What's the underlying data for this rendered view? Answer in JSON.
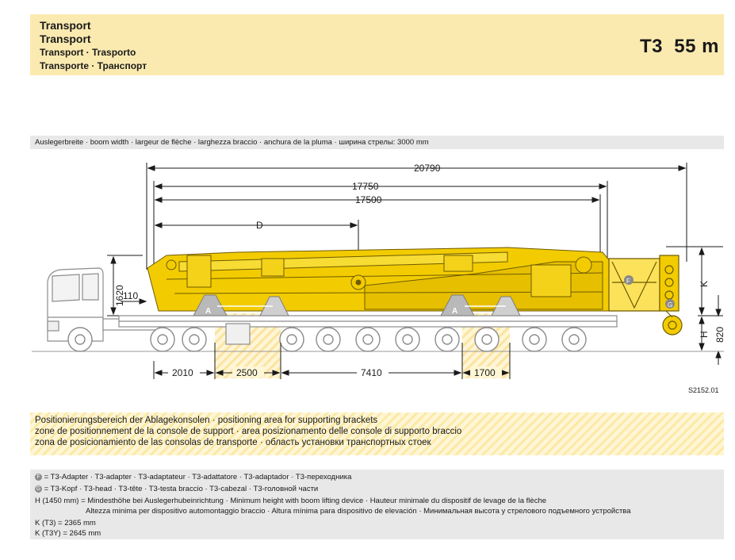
{
  "header": {
    "line1": "Transport",
    "line2": "Transport",
    "line3": "Transport · Trasporto",
    "line4": "Transporte · Транспорт",
    "model": "T3  55 m"
  },
  "boom_width": "Auslegerbreite · boom width · largeur de flèche · larghezza braccio · anchura de la pluma · ширина стрелы: 3000 mm",
  "dimensions": {
    "total": "20790",
    "mid": "17750",
    "inner": "17500",
    "d": "D",
    "d110": "110",
    "d1620": "1620",
    "b2010": "2010",
    "b2500": "2500",
    "b7410": "7410",
    "b1700": "1700",
    "k": "K",
    "h": "H",
    "h820": "820"
  },
  "labels": {
    "bracket_a1": "A",
    "bracket_a2": "A",
    "adapter_f": "F",
    "head_g": "G"
  },
  "reference": "S2152.01",
  "positioning": {
    "line1": "Positionierungsbereich der Ablagekonsolen · positioning area for supporting brackets",
    "line2": "zone de positionnement de la console de support · area posizionamento delle console di supporto braccio",
    "line3": "zona de posicionamiento de las consolas de transporte · область установки транспортных стоек"
  },
  "notes": {
    "f_letter": "F",
    "f_text": "= T3-Adapter · T3-adapter · T3-adaptateur · T3-adattatore · T3-adaptador · Т3-переходника",
    "g_letter": "G",
    "g_text": "= T3-Kopf · T3-head · T3-tête · T3-testa braccio · T3-cabezal · Т3-головной части",
    "h_line1": "H (1450 mm) = Mindesthöhe bei Auslegerhubeinrichtung · Minimum height with boom lifting device · Hauteur minimale du dispositif de levage de la flèche",
    "h_line2": "Altezza minima per dispositivo automontaggio braccio · Altura mínima para dispositivo de elevación · Минимальная высота у стрелового подъемного устройства",
    "k_t3": "K (T3) = 2365 mm",
    "k_t3y": "K (T3Y) = 2645 mm"
  },
  "colors": {
    "header_bg": "#fbeab0",
    "boom": "#f2cc00",
    "boom_dark": "#c7a300",
    "bracket": "#b9b9b9",
    "grey_bar": "#e8e8e8"
  }
}
